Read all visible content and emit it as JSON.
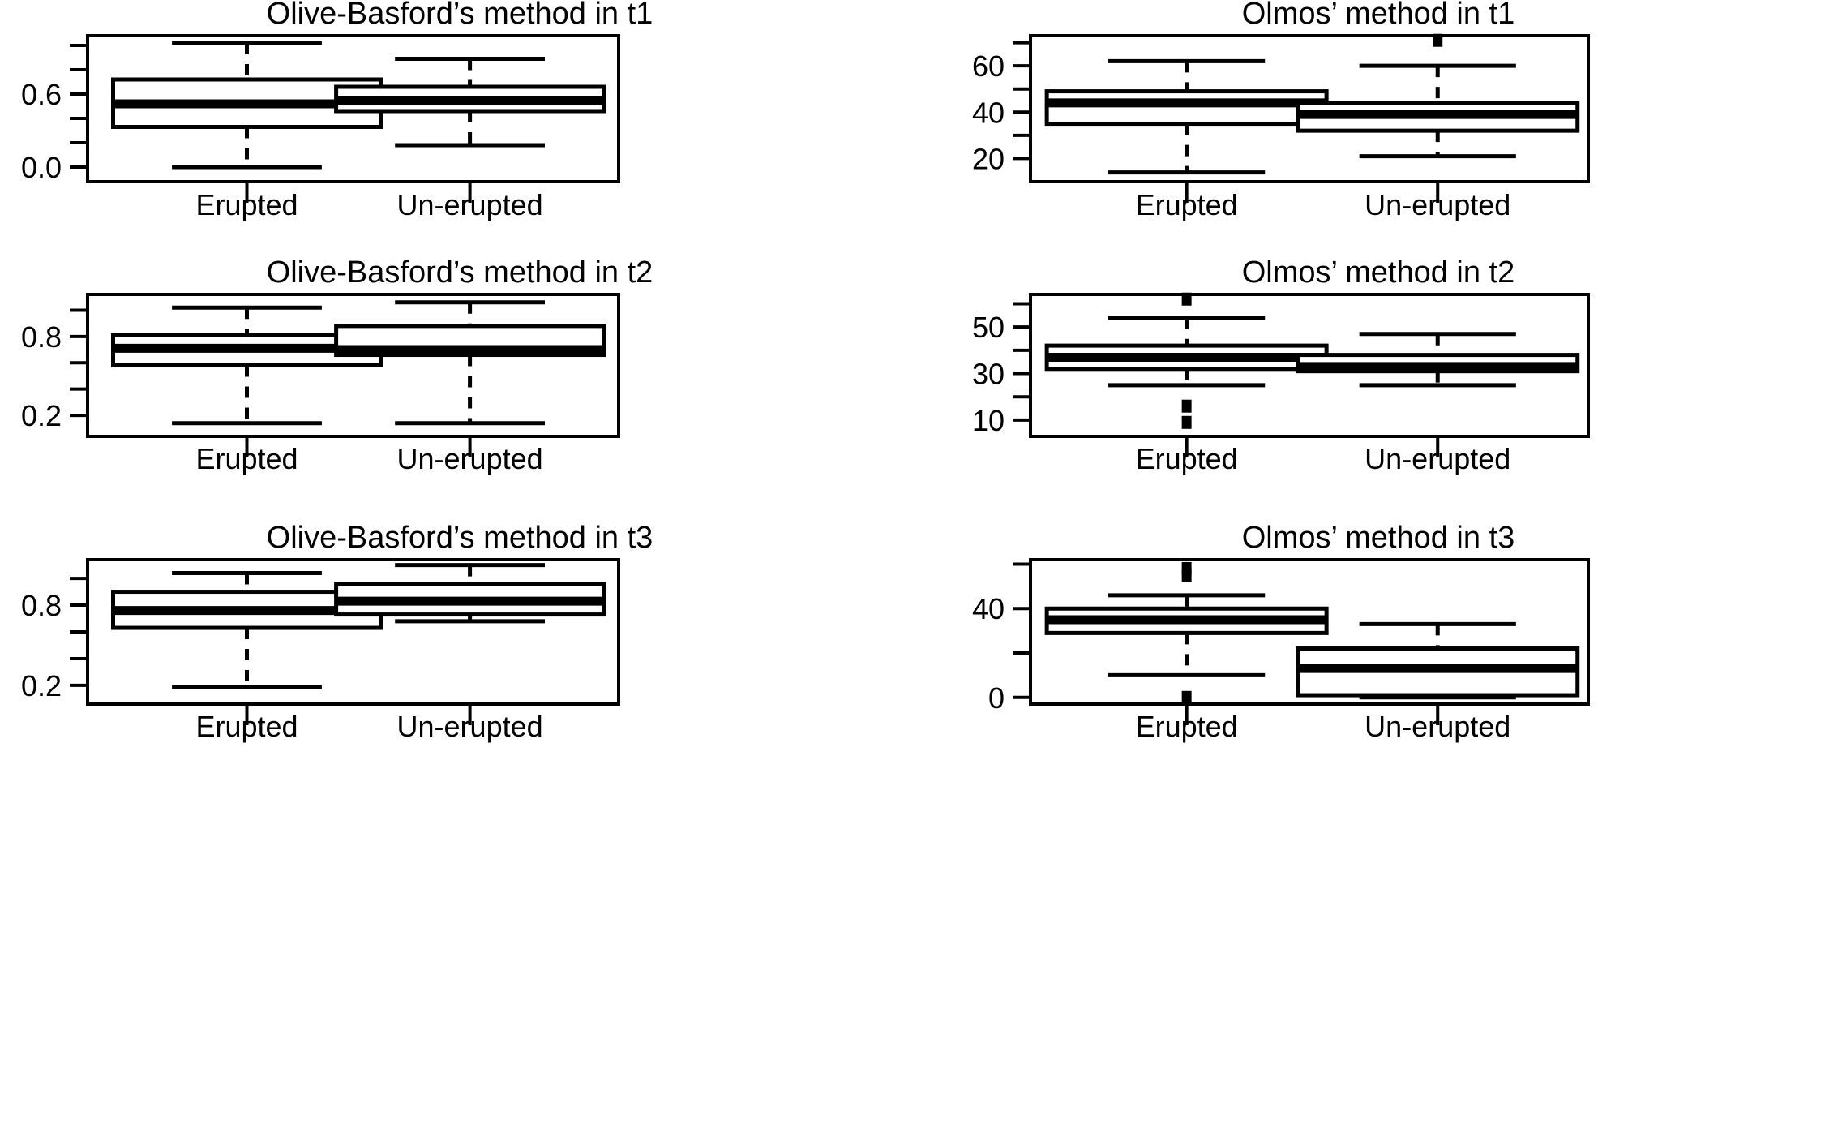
{
  "figure": {
    "background": "#ffffff",
    "ink": "#000000",
    "layout": "2 columns x 3 rows of box-and-whisker panels",
    "category_labels": [
      "Erupted",
      "Un-erupted"
    ]
  },
  "chart_data": [
    {
      "id": "olive-basford-t1",
      "type": "box",
      "title": "Olive-Basford’s method in t1",
      "xlabel": "",
      "ylabel": "",
      "categories": [
        "Erupted",
        "Un-erupted"
      ],
      "ylim": [
        -0.12,
        1.08
      ],
      "yticks": [
        0.0,
        0.2,
        0.4,
        0.6,
        0.8,
        1.0
      ],
      "ytick_labels": [
        "0.0",
        "",
        "",
        "0.6",
        "",
        ""
      ],
      "grid": false,
      "legend": "none",
      "boxes": [
        {
          "category": "Erupted",
          "whisker_low": 0.0,
          "q1": 0.33,
          "median": 0.52,
          "q3": 0.72,
          "whisker_high": 1.02,
          "outliers": []
        },
        {
          "category": "Un-erupted",
          "whisker_low": 0.18,
          "q1": 0.46,
          "median": 0.55,
          "q3": 0.66,
          "whisker_high": 0.89,
          "outliers": []
        }
      ]
    },
    {
      "id": "olmos-t1",
      "type": "box",
      "title": "Olmos’ method in t1",
      "xlabel": "",
      "ylabel": "",
      "categories": [
        "Erupted",
        "Un-erupted"
      ],
      "ylim": [
        10,
        73
      ],
      "yticks": [
        20,
        30,
        40,
        50,
        60,
        70
      ],
      "ytick_labels": [
        "20",
        "",
        "40",
        "",
        "60",
        ""
      ],
      "grid": false,
      "legend": "none",
      "boxes": [
        {
          "category": "Erupted",
          "whisker_low": 14,
          "q1": 35,
          "median": 44,
          "q3": 49,
          "whisker_high": 62,
          "outliers": []
        },
        {
          "category": "Un-erupted",
          "whisker_low": 21,
          "q1": 32,
          "median": 39,
          "q3": 44,
          "whisker_high": 60,
          "outliers": [
            71
          ]
        }
      ]
    },
    {
      "id": "olive-basford-t2",
      "type": "box",
      "title": "Olive-Basford’s method in t2",
      "xlabel": "",
      "ylabel": "",
      "categories": [
        "Erupted",
        "Un-erupted"
      ],
      "ylim": [
        0.04,
        1.12
      ],
      "yticks": [
        0.2,
        0.4,
        0.6,
        0.8,
        1.0
      ],
      "ytick_labels": [
        "0.2",
        "",
        "",
        "0.8",
        ""
      ],
      "grid": false,
      "legend": "none",
      "boxes": [
        {
          "category": "Erupted",
          "whisker_low": 0.14,
          "q1": 0.58,
          "median": 0.71,
          "q3": 0.81,
          "whisker_high": 1.02,
          "outliers": []
        },
        {
          "category": "Un-erupted",
          "whisker_low": 0.14,
          "q1": 0.66,
          "median": 0.7,
          "q3": 0.88,
          "whisker_high": 1.06,
          "outliers": []
        }
      ]
    },
    {
      "id": "olmos-t2",
      "type": "box",
      "title": "Olmos’ method in t2",
      "xlabel": "",
      "ylabel": "",
      "categories": [
        "Erupted",
        "Un-erupted"
      ],
      "ylim": [
        3,
        64
      ],
      "yticks": [
        10,
        20,
        30,
        40,
        50,
        60
      ],
      "ytick_labels": [
        "10",
        "",
        "30",
        "",
        "50",
        ""
      ],
      "grid": false,
      "legend": "none",
      "boxes": [
        {
          "category": "Erupted",
          "whisker_low": 25,
          "q1": 32,
          "median": 37,
          "q3": 42,
          "whisker_high": 54,
          "outliers": [
            62,
            16,
            9
          ]
        },
        {
          "category": "Un-erupted",
          "whisker_low": 25,
          "q1": 31,
          "median": 33,
          "q3": 38,
          "whisker_high": 47,
          "outliers": []
        }
      ]
    },
    {
      "id": "olive-basford-t3",
      "type": "box",
      "title": "Olive-Basford’s method in t3",
      "xlabel": "",
      "ylabel": "",
      "categories": [
        "Erupted",
        "Un-erupted"
      ],
      "ylim": [
        0.06,
        1.14
      ],
      "yticks": [
        0.2,
        0.4,
        0.6,
        0.8,
        1.0
      ],
      "ytick_labels": [
        "0.2",
        "",
        "",
        "0.8",
        ""
      ],
      "grid": false,
      "legend": "none",
      "boxes": [
        {
          "category": "Erupted",
          "whisker_low": 0.19,
          "q1": 0.63,
          "median": 0.76,
          "q3": 0.9,
          "whisker_high": 1.04,
          "outliers": []
        },
        {
          "category": "Un-erupted",
          "whisker_low": 0.68,
          "q1": 0.73,
          "median": 0.83,
          "q3": 0.96,
          "whisker_high": 1.1,
          "outliers": []
        }
      ]
    },
    {
      "id": "olmos-t3",
      "type": "box",
      "title": "Olmos’ method in t3",
      "xlabel": "",
      "ylabel": "",
      "categories": [
        "Erupted",
        "Un-erupted"
      ],
      "ylim": [
        -3,
        62
      ],
      "yticks": [
        0,
        20,
        40,
        60
      ],
      "ytick_labels": [
        "0",
        "",
        "40",
        ""
      ],
      "grid": false,
      "legend": "none",
      "boxes": [
        {
          "category": "Erupted",
          "whisker_low": 10,
          "q1": 29,
          "median": 35,
          "q3": 40,
          "whisker_high": 46,
          "outliers": [
            58,
            55,
            0
          ]
        },
        {
          "category": "Un-erupted",
          "whisker_low": 0,
          "q1": 1,
          "median": 13,
          "q3": 22,
          "whisker_high": 33,
          "outliers": []
        }
      ]
    }
  ]
}
